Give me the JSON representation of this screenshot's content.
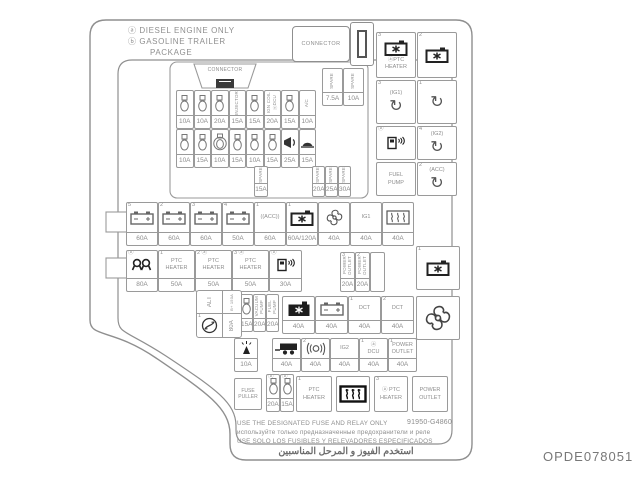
{
  "title_notes": [
    "ⓐ DIESEL ENGINE ONLY",
    "ⓑ GASOLINE TRAILER",
    "PACKAGE"
  ],
  "connector_top": "CONNECTOR",
  "connector_inner": "CONNECTOR",
  "alt": {
    "title": "ALT",
    "side": "B+ 150A",
    "sup": "1",
    "value": "80A"
  },
  "fuse_puller": {
    "l1": "FUSE",
    "l2": "PULLER"
  },
  "watermark": "OPDE078051",
  "footer": {
    "en": "USE THE DESIGNATED FUSE AND RELAY ONLY",
    "part": "91950-G4860",
    "ru": "используйте только предназначенные предохранители и реле",
    "es": "USE SOLO LOS FUSIBLES Y RELEVADORES ESPECIFICADOS",
    "ar": "استخدم الفيوز و المرحل المناسبين"
  },
  "colors": {
    "line": "#9a9a9a",
    "text": "#8d8d8d",
    "dark": "#1f1f1f"
  },
  "groups": {
    "row1": [
      {
        "icon": "mini-fuse",
        "value": "10A"
      },
      {
        "icon": "mini-fuse",
        "value": "10A"
      },
      {
        "icon": "mini-fuse",
        "value": "20A"
      },
      {
        "vlabel": "INJECTOR",
        "value": "15A"
      },
      {
        "icon": "mini-fuse",
        "value": "15A"
      },
      {
        "vlabel": "IGN COIL",
        "vlabel2": "ⓐDCU",
        "value": "20A"
      },
      {
        "icon": "mini-fuse",
        "value": "15A"
      },
      {
        "vlabel": "A/C",
        "value": "10A"
      }
    ],
    "row2": [
      {
        "icon": "mini-fuse",
        "value": "10A"
      },
      {
        "icon": "mini-fuse",
        "value": "15A"
      },
      {
        "icon": "mini-fuse-circled",
        "value": "10A"
      },
      {
        "icon": "mini-fuse",
        "value": "15A"
      },
      {
        "icon": "mini-fuse",
        "value": "10A"
      },
      {
        "icon": "mini-fuse",
        "value": "15A"
      },
      {
        "icon": "horn",
        "value": "25A"
      },
      {
        "icon": "lamp",
        "value": "15A"
      }
    ],
    "spares_top": [
      {
        "vlabel": "SPARE",
        "value": "7.5A"
      },
      {
        "vlabel": "SPARE",
        "value": "10A"
      }
    ],
    "spare_mid": [
      {
        "vlabel": "SPARE",
        "value": "15A"
      }
    ],
    "spares_right": [
      {
        "vlabel": "SPARE",
        "value": "20A"
      },
      {
        "vlabel": "SPARE",
        "value": "25A"
      },
      {
        "vlabel": "SPARE",
        "value": "30A"
      }
    ],
    "row3": [
      {
        "sup": "5",
        "icon": "battery",
        "value": "60A"
      },
      {
        "sup": "2",
        "icon": "battery",
        "value": "60A"
      },
      {
        "sup": "3",
        "icon": "battery",
        "value": "60A"
      },
      {
        "sup": "4",
        "icon": "battery",
        "value": "50A"
      },
      {
        "sup": "1",
        "label": "((ACC))",
        "value": "60A"
      },
      {
        "sup": "1",
        "icon": "battery-star",
        "value": "60A/120A"
      },
      {
        "icon": "fan",
        "value": "40A"
      },
      {
        "label": "IG1",
        "value": "40A"
      },
      {
        "icon": "defrost",
        "value": "40A"
      }
    ],
    "row4": [
      {
        "sup": "ⓐ",
        "icon": "glow-plug",
        "value": "80A"
      },
      {
        "sup": "1",
        "label": "PTC|HEATER",
        "value": "50A"
      },
      {
        "sup": "2 ⓐ",
        "label": "PTC|HEATER",
        "value": "50A"
      },
      {
        "sup": "3 ⓐ",
        "label": "PTC|HEATER",
        "value": "50A"
      },
      {
        "sup": "ⓐ",
        "icon": "fuel-pump",
        "value": "30A"
      }
    ],
    "power_outlets": [
      {
        "sup": "3",
        "vlabel": "POWER",
        "vlabel2": "OUTLET",
        "value": "20A"
      },
      {
        "sup": "2",
        "vlabel": "POWER",
        "vlabel2": "OUTLET",
        "value": "20A"
      },
      {}
    ],
    "row5_small": [
      {
        "icon": "mini-fuse",
        "value": "15A"
      },
      {
        "vlabel": "VACUUM",
        "vlabel2": "PUMP",
        "value": "20A"
      },
      {
        "vlabel": "FUEL",
        "vlabel2": "PUMP",
        "value": "20A"
      }
    ],
    "row5": [
      {
        "icon": "battery-star-solid",
        "value": "40A"
      },
      {
        "icon": "battery",
        "value": "40A"
      },
      {
        "sup": "1",
        "label": "DCT",
        "value": "40A"
      },
      {
        "sup": "2",
        "label": "DCT",
        "value": "40A"
      }
    ],
    "row6": [
      {
        "icon": "washer",
        "value": "10A"
      },
      {
        "icon": "trailer",
        "value": "40A"
      },
      {
        "sup": "2",
        "icon": "abs",
        "value": "40A"
      },
      {
        "label": "IG2",
        "value": "40A"
      },
      {
        "sup": "1",
        "label": "ⓐ|DCU",
        "value": "40A"
      },
      {
        "sup": "1",
        "label": "POWER|OUTLET",
        "value": "40A"
      }
    ],
    "row7_pair": [
      {
        "sup": "ⓐ",
        "icon": "mini-fuse",
        "value": "20A"
      },
      {
        "sup": "ⓐ",
        "icon": "mini-fuse",
        "value": "15A"
      }
    ],
    "row7_big": [
      {
        "sup": "1",
        "label": "PTC|HEATER"
      },
      {
        "icon": "defrost-bold"
      },
      {
        "sup": "3",
        "label": "ⓐ PTC|HEATER"
      },
      {
        "label": "POWER|OUTLET"
      }
    ]
  },
  "right_column": [
    {
      "sup": "3",
      "icon": "battery-star",
      "label_after": "ⓐPTC|HEATER"
    },
    {
      "sup": "2",
      "icon": "battery-star"
    },
    {
      "sup": "3",
      "label": "(IG1)",
      "icon": "relay-arrow"
    },
    {
      "sup": "1",
      "icon": "relay-arrow"
    },
    {
      "sup": "ⓐ",
      "icon": "fuel-pump"
    },
    {
      "sup": "4",
      "label": "(IG2)",
      "icon": "relay-arrow"
    },
    {
      "label": "FUEL|PUMP"
    },
    {
      "sup": "2",
      "label": "(ACC)",
      "icon": "relay-arrow"
    },
    {
      "sup": "1",
      "icon": "battery-star"
    },
    {
      "icon": "fan-big"
    }
  ]
}
